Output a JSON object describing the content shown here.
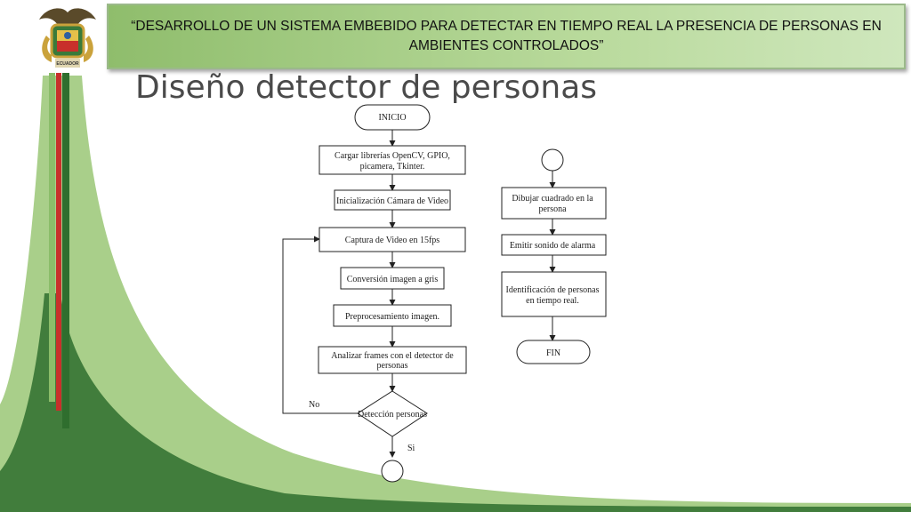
{
  "header": {
    "banner_text": "“DESARROLLO DE UN SISTEMA EMBEBIDO PARA DETECTAR EN TIEMPO REAL LA PRESENCIA DE PERSONAS EN AMBIENTES CONTROLADOS”",
    "logo_text": "ECUADOR"
  },
  "slide": {
    "title": "Diseño detector de personas"
  },
  "flowchart": {
    "start": "INICIO",
    "step_1a": "Cargar librerías OpenCV, GPIO,",
    "step_1b": "picamera, Tkinter.",
    "step_2": "Inicialización Cámara de Video",
    "step_3": "Captura de Video en 15fps",
    "step_4": "Conversión imagen a gris",
    "step_5": "Preprocesamiento imagen.",
    "step_6a": "Analizar frames con el detector de",
    "step_6b": "personas",
    "decision": "Detección personas",
    "no_label": "No",
    "yes_label": "Si",
    "right_1a": "Dibujar cuadrado en la",
    "right_1b": "persona",
    "right_2": "Emitir sonido de alarma",
    "right_3a": "Identificación de personas",
    "right_3b": "en tiempo real.",
    "end": "FIN"
  },
  "colors": {
    "dark_green": "#2f6e2e",
    "light_green": "#a9cf8a",
    "red_stripe": "#c8302b",
    "banner_border": "#9bb98a"
  }
}
